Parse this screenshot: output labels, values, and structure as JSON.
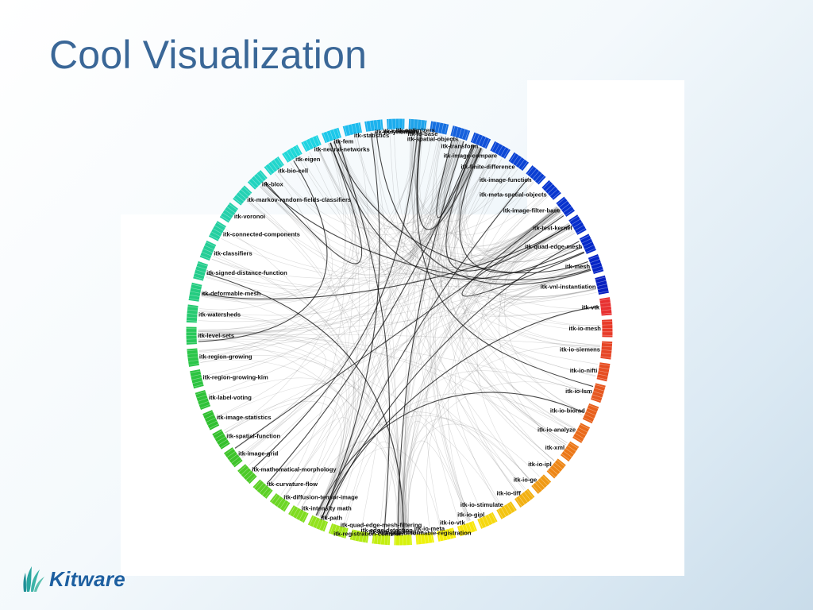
{
  "slide": {
    "title": "Cool Visualization",
    "logo_text": "Kitware",
    "logo_icon": "kitware-leaf-icon"
  },
  "diagram": {
    "type": "chord-dependency",
    "nodes": [
      {
        "label": "itk-common",
        "color": "#1fa3ea"
      },
      {
        "label": "itk-io-base",
        "color": "#1670e0"
      },
      {
        "label": "itk-spatial-objects",
        "color": "#1460dc"
      },
      {
        "label": "itk-transform",
        "color": "#0f4fd8"
      },
      {
        "label": "itk-image-compare",
        "color": "#0c47d6"
      },
      {
        "label": "itk-finite-difference",
        "color": "#0b43d4"
      },
      {
        "label": "itk-image-function",
        "color": "#0a3ed2"
      },
      {
        "label": "itk-meta-spatial-objects",
        "color": "#0936d0"
      },
      {
        "label": "itk-image-filter-base",
        "color": "#0832ce"
      },
      {
        "label": "itk-test-kernel",
        "color": "#072ecc"
      },
      {
        "label": "itk-quad-edge-mesh",
        "color": "#062ac9"
      },
      {
        "label": "itk-mesh",
        "color": "#0524c6"
      },
      {
        "label": "itk-vnl-instantiation",
        "color": "#0820c0"
      },
      {
        "label": "itk-vtk",
        "color": "#e83030"
      },
      {
        "label": "itk-io-mesh",
        "color": "#e83a28"
      },
      {
        "label": "itk-io-siemens",
        "color": "#e64525"
      },
      {
        "label": "itk-io-nifti",
        "color": "#e64e22"
      },
      {
        "label": "itk-io-lsm",
        "color": "#e6571f"
      },
      {
        "label": "itk-io-biorad",
        "color": "#e8601c"
      },
      {
        "label": "itk-io-analyze",
        "color": "#ea6a1a"
      },
      {
        "label": "itk-xml",
        "color": "#ec7818"
      },
      {
        "label": "itk-io-ipl",
        "color": "#ee8616"
      },
      {
        "label": "itk-io-ge",
        "color": "#f09a14"
      },
      {
        "label": "itk-io-tiff",
        "color": "#f2b012"
      },
      {
        "label": "itk-io-stimulate",
        "color": "#f4c410"
      },
      {
        "label": "itk-io-gipl",
        "color": "#f6d80e"
      },
      {
        "label": "itk-io-vtk",
        "color": "#f8e60c"
      },
      {
        "label": "itk-io-meta",
        "color": "#f6ee0a"
      },
      {
        "label": "itk-fem-registration",
        "color": "#eef20a"
      },
      {
        "label": "itk-registration-common",
        "color": "#d6f20c"
      },
      {
        "label": "itk-pde-deformable-registration",
        "color": "#c2ee10"
      },
      {
        "label": "itk-edge-detection",
        "color": "#b2ea14"
      },
      {
        "label": "itk-quad-edge-mesh-filtering",
        "color": "#a2e618"
      },
      {
        "label": "itk-path",
        "color": "#92e21c"
      },
      {
        "label": "itk-intensity math",
        "color": "#7fdc20"
      },
      {
        "label": "itk-diffusion-tensor-image",
        "color": "#6cd624"
      },
      {
        "label": "itk-curvature-flow",
        "color": "#5cd026"
      },
      {
        "label": "itk-mathematical-morphology",
        "color": "#4cca28"
      },
      {
        "label": "itk-image-grid",
        "color": "#3ec42a"
      },
      {
        "label": "itk-spatial-function",
        "color": "#34c02c"
      },
      {
        "label": "itk-image-statistics",
        "color": "#30c030"
      },
      {
        "label": "itk-label-voting",
        "color": "#2ec238"
      },
      {
        "label": "itk-region-growing-kim",
        "color": "#2cc440"
      },
      {
        "label": "itk-region-growing",
        "color": "#2ac648"
      },
      {
        "label": "itk-level-sets",
        "color": "#28c85a"
      },
      {
        "label": "itk-watersheds",
        "color": "#26ca70"
      },
      {
        "label": "itk-deformable-mesh",
        "color": "#24cc80"
      },
      {
        "label": "itk-signed-distance-function",
        "color": "#24cd8c"
      },
      {
        "label": "itk-classifiers",
        "color": "#24ce96"
      },
      {
        "label": "itk-connected-components",
        "color": "#24cfa0"
      },
      {
        "label": "itk-voronoi",
        "color": "#24d0aa"
      },
      {
        "label": "itk-markov-random-fields-classifiers",
        "color": "#24d2b4"
      },
      {
        "label": "itk-blox",
        "color": "#22d4c0"
      },
      {
        "label": "itk-bio-cell",
        "color": "#22d6cc"
      },
      {
        "label": "itk-eigen",
        "color": "#20d8d8"
      },
      {
        "label": "itk-neural-networks",
        "color": "#1ed4e2"
      },
      {
        "label": "itk-fem",
        "color": "#1cc8ea"
      },
      {
        "label": "itk-statistics",
        "color": "#1cbcee"
      },
      {
        "label": "itk-polynomials",
        "color": "#1cb2ee"
      },
      {
        "label": "itk-optimizers",
        "color": "#1cacee"
      }
    ]
  }
}
